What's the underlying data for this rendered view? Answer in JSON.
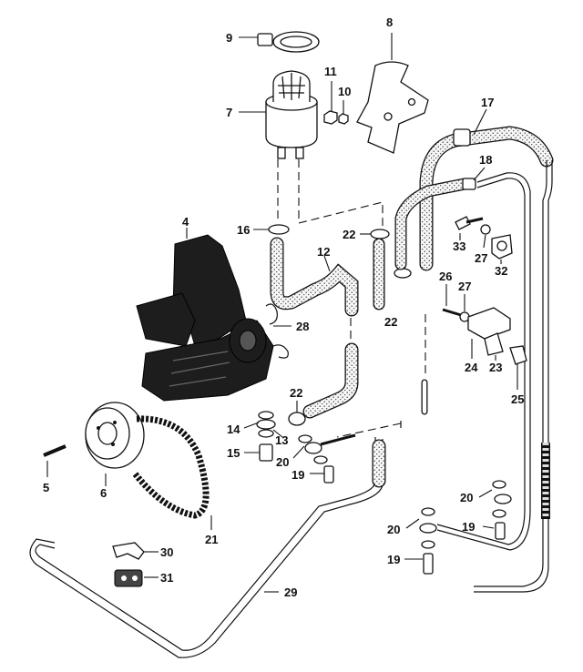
{
  "callouts": {
    "c1": "9",
    "c2": "8",
    "c3": "11",
    "c4": "10",
    "c5": "7",
    "c6": "17",
    "c7": "18",
    "c8": "4",
    "c9": "16",
    "c10": "22",
    "c11": "33",
    "c12": "27",
    "c13": "32",
    "c14": "12",
    "c15": "26",
    "c16": "27",
    "c17": "22",
    "c18": "28",
    "c19": "24",
    "c20": "23",
    "c21": "25",
    "c22": "22",
    "c23": "14",
    "c24": "13",
    "c25": "15",
    "c26": "20",
    "c27": "19",
    "c28": "5",
    "c29": "6",
    "c30": "20",
    "c31": "19",
    "c32": "21",
    "c33": "20",
    "c34": "19",
    "c35": "30",
    "c36": "31",
    "c37": "29"
  }
}
